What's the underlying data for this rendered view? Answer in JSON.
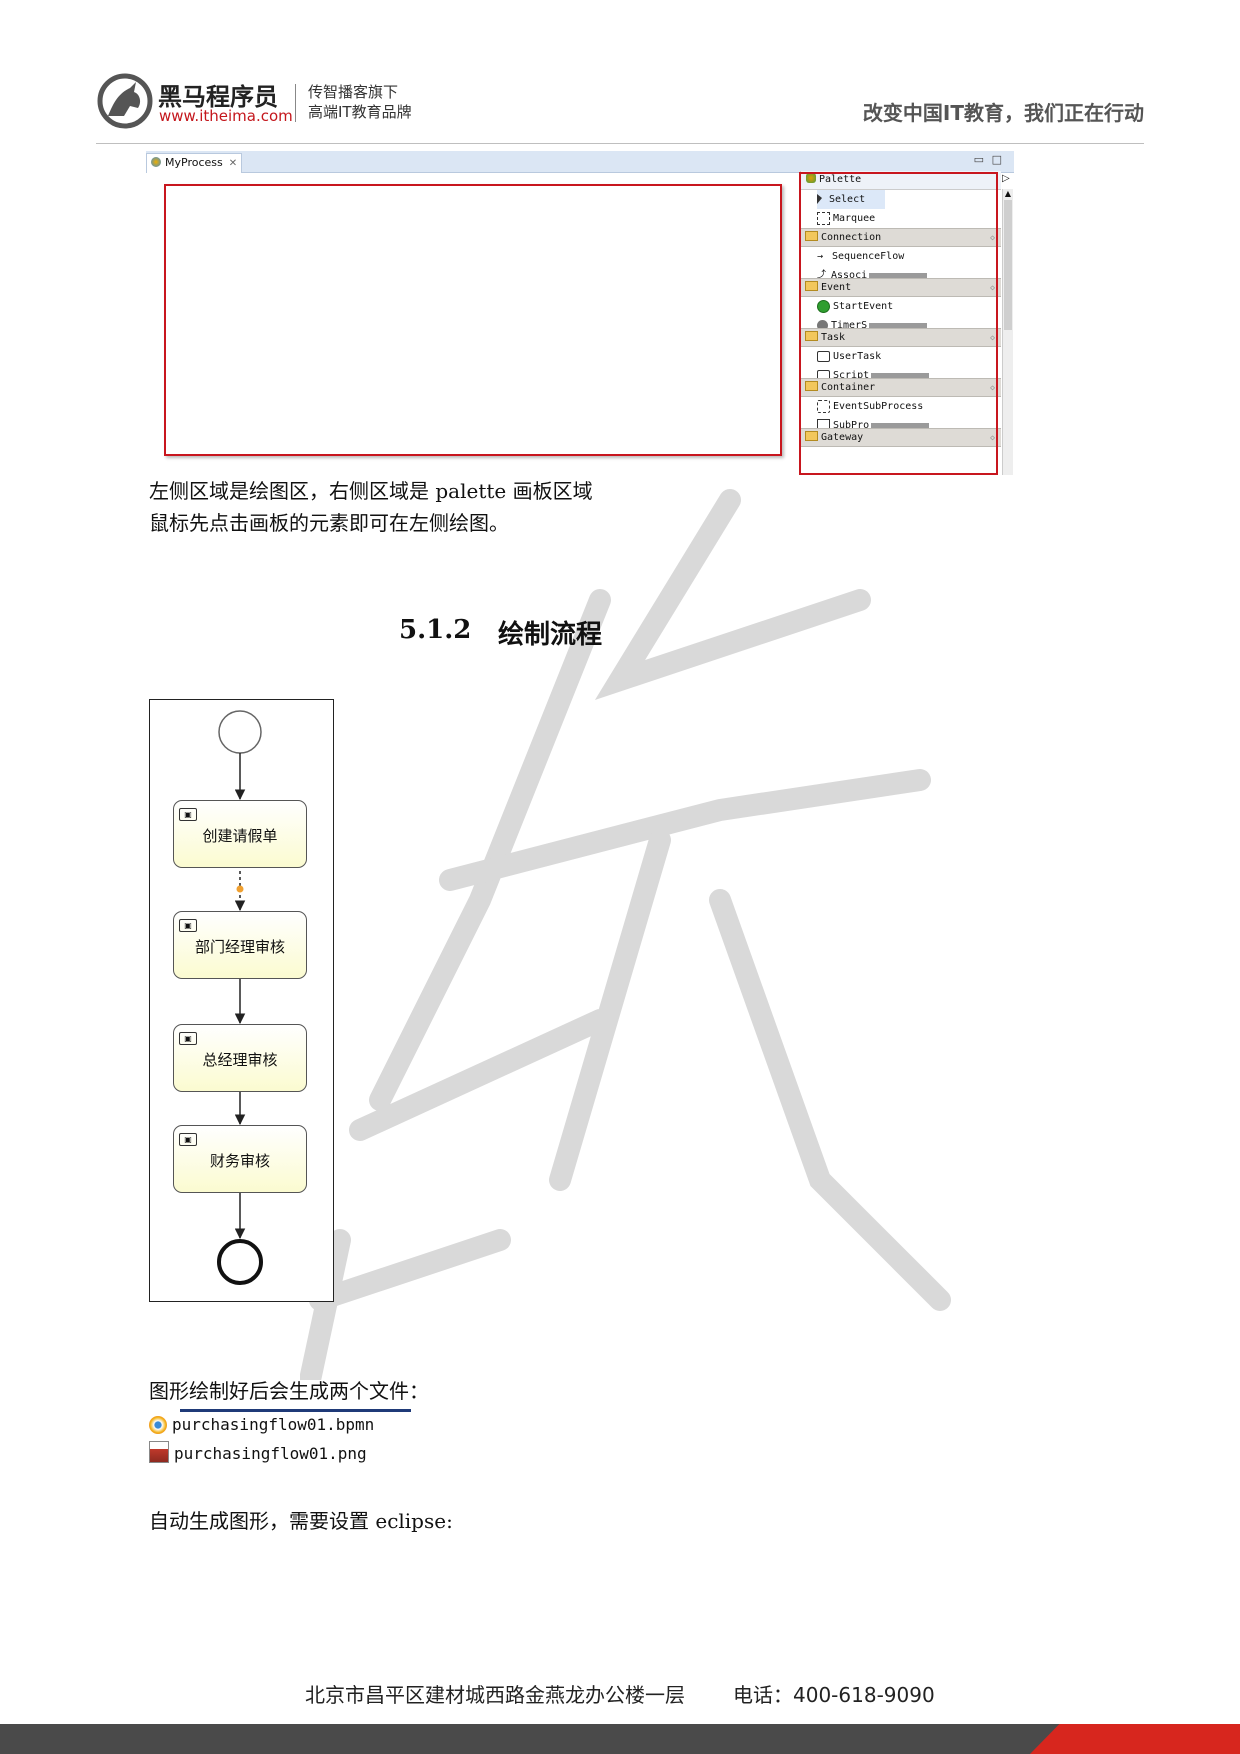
{
  "header": {
    "brand_name": "黑马程序员",
    "brand_url": "www.itheima.com",
    "sub_line1": "传智播客旗下",
    "sub_line2": "高端IT教育品牌",
    "slogan": "改变中国IT教育，我们正在行动"
  },
  "screenshot1": {
    "tab_label": "MyProcess",
    "palette_title": "Palette",
    "palette": [
      {
        "type": "item",
        "label": "Select",
        "icon": "arrow-cursor-icon",
        "selected": true
      },
      {
        "type": "item",
        "label": "Marquee",
        "icon": "marquee-icon"
      },
      {
        "type": "drawer",
        "label": "Connection"
      },
      {
        "type": "item",
        "label": "SequenceFlow",
        "icon": "arrow-right-icon"
      },
      {
        "type": "item",
        "label": "Associ",
        "icon": "association-icon",
        "cut": true
      },
      {
        "type": "drawer",
        "label": "Event"
      },
      {
        "type": "item",
        "label": "StartEvent",
        "icon": "green-circle-icon"
      },
      {
        "type": "item",
        "label": "TimerS",
        "icon": "timer-icon",
        "cut": true
      },
      {
        "type": "drawer",
        "label": "Task"
      },
      {
        "type": "item",
        "label": "UserTask",
        "icon": "user-task-icon"
      },
      {
        "type": "item",
        "label": "Script",
        "icon": "script-task-icon",
        "cut": true
      },
      {
        "type": "drawer",
        "label": "Container"
      },
      {
        "type": "item",
        "label": "EventSubProcess",
        "icon": "dashed-box-icon"
      },
      {
        "type": "item",
        "label": "SubPro",
        "icon": "subprocess-icon",
        "cut": true
      },
      {
        "type": "drawer",
        "label": "Gateway"
      }
    ]
  },
  "body": {
    "para1_line1": "左侧区域是绘图区，右侧区域是 palette 画板区域",
    "para1_line2": "鼠标先点击画板的元素即可在左侧绘图。",
    "heading_number": "5.1.2",
    "heading_title": "绘制流程",
    "para2": "图形绘制好后会生成两个文件：",
    "para3": "自动生成图形，需要设置 eclipse:"
  },
  "diagram": {
    "tasks": [
      "创建请假单",
      "部门经理审核",
      "总经理审核",
      "财务审核"
    ]
  },
  "files": [
    {
      "name": "purchasingflow01.bpmn",
      "icon": "bpmn-file-icon"
    },
    {
      "name": "purchasingflow01.png",
      "icon": "image-file-icon"
    }
  ],
  "footer": {
    "address": "北京市昌平区建材城西路金燕龙办公楼一层",
    "phone_label": "电话：400-618-9090"
  },
  "colors": {
    "brand_red": "#c4161c",
    "footer_dark": "#4a4a4a",
    "footer_red": "#d7261e",
    "highlight_red": "#c8161e",
    "underline_blue": "#1f3a78"
  }
}
